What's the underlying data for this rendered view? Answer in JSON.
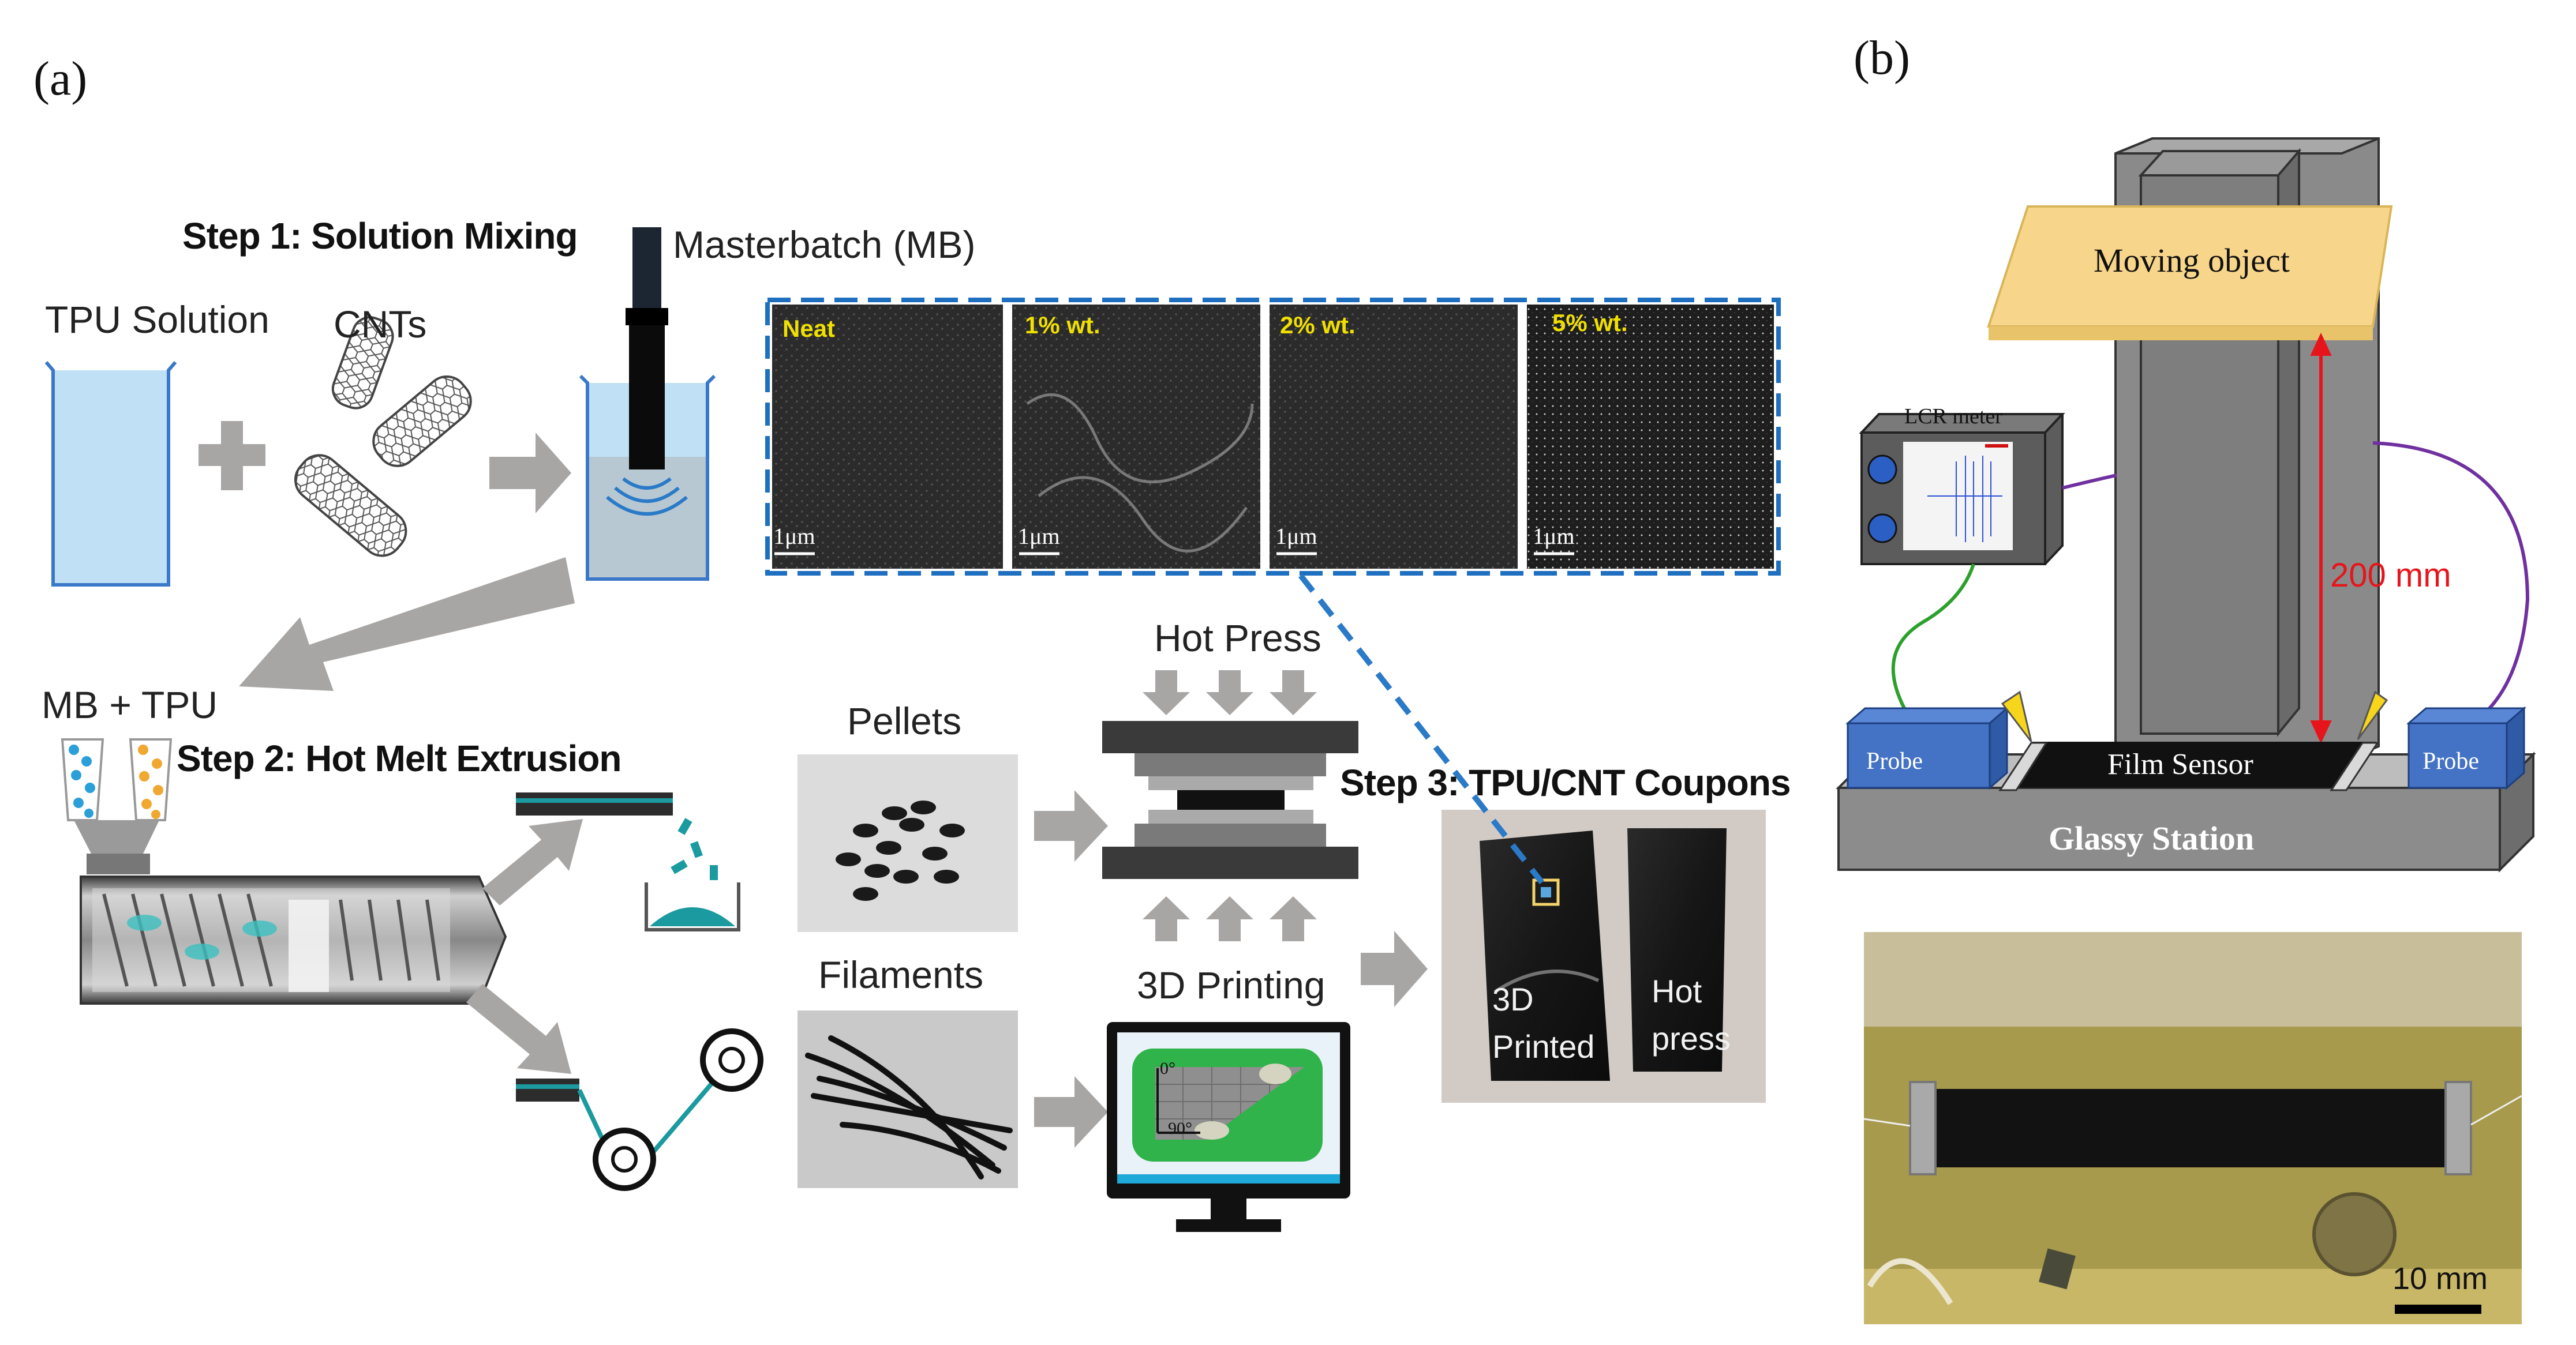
{
  "panel_a": {
    "letter": "(a)",
    "step1": "Step 1: Solution Mixing",
    "tpu_solution": "TPU Solution",
    "cnts": "CNTs",
    "masterbatch": "Masterbatch (MB)",
    "sem": [
      {
        "label": "Neat",
        "scale": "1μm"
      },
      {
        "label": "1% wt.",
        "scale": "1μm"
      },
      {
        "label": "2% wt.",
        "scale": "1μm"
      },
      {
        "label": "5% wt.",
        "scale": "1μm"
      }
    ],
    "mb_tpu": "MB + TPU",
    "step2": "Step 2: Hot Melt Extrusion",
    "pellets": "Pellets",
    "filaments": "Filaments",
    "hot_press": "Hot Press",
    "printing": "3D Printing",
    "step3": "Step 3: TPU/CNT Coupons",
    "coupon_printed": "3D Printed",
    "coupon_press": "Hot press",
    "angle_0": "0°",
    "angle_90": "90°"
  },
  "panel_b": {
    "letter": "(b)",
    "moving_object": "Moving object",
    "lcr_meter": "LCR meter",
    "distance": "200 mm",
    "probe_left": "Probe",
    "probe_right": "Probe",
    "film_sensor": "Film Sensor",
    "glassy_station": "Glassy Station",
    "photo_scale": "10 mm"
  },
  "colors": {
    "arrow_gray": "#a8a6a4",
    "beaker_blue": "#3a78c9",
    "liquid_blue": "#bcdcf2",
    "sem_border": "#1f6fc1",
    "moving_object": "#f7d58a",
    "probe_blue": "#4472c4",
    "red": "#e8141b",
    "wire_purple": "#7030a0",
    "wire_green": "#2ca02c",
    "teal": "#1b9aa0",
    "station_gray": "#8c8c8c"
  }
}
